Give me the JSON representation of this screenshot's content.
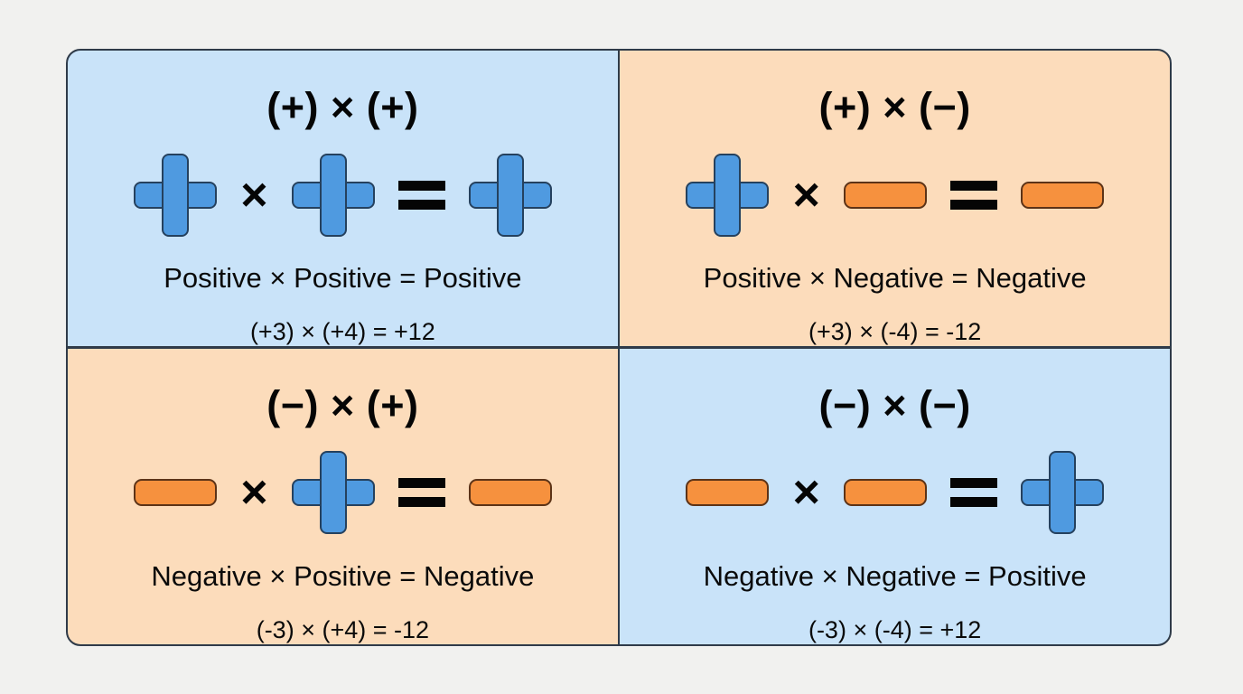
{
  "canvas": {
    "background_color": "#f1f1ef",
    "border_color": "#2f3b49"
  },
  "palette": {
    "blue_panel": "#c9e3f9",
    "peach_panel": "#fcdcbb",
    "plus_fill": "#4f9ae0",
    "plus_stroke": "#25415e",
    "minus_fill": "#f6913e",
    "minus_stroke": "#5c3317",
    "text": "#050505"
  },
  "operators": {
    "times": "×",
    "equals": "="
  },
  "quadrants": [
    {
      "id": "positive-times-positive",
      "panel_color": "blue",
      "title": "(+) × (+)",
      "icons": [
        "plus",
        "times",
        "plus",
        "equals",
        "plus"
      ],
      "rule": "Positive × Positive = Positive",
      "example": "(+3) × (+4) = +12"
    },
    {
      "id": "positive-times-negative",
      "panel_color": "peach",
      "title": "(+) × (−)",
      "icons": [
        "plus",
        "times",
        "minus",
        "equals",
        "minus"
      ],
      "rule": "Positive × Negative = Negative",
      "example": "(+3) × (-4) = -12"
    },
    {
      "id": "negative-times-positive",
      "panel_color": "peach",
      "title": "(−) × (+)",
      "icons": [
        "minus",
        "times",
        "plus",
        "equals",
        "minus"
      ],
      "rule": "Negative × Positive = Negative",
      "example": "(-3) × (+4) = -12"
    },
    {
      "id": "negative-times-negative",
      "panel_color": "blue",
      "title": "(−) × (−)",
      "icons": [
        "minus",
        "times",
        "minus",
        "equals",
        "plus"
      ],
      "rule": "Negative × Negative = Positive",
      "example": "(-3) × (-4) = +12"
    }
  ]
}
